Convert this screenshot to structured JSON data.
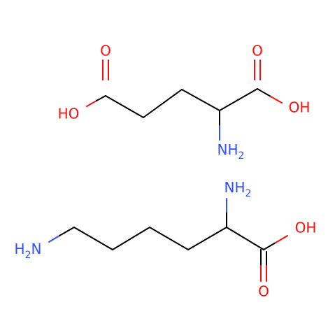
{
  "colors": {
    "carbon_bond": "#000000",
    "oxygen": "#ff0d0d",
    "nitrogen": "#3050f8",
    "background": "#ffffff"
  },
  "molecules": [
    {
      "name": "glutamic acid",
      "labels": {
        "o_top_left": "O",
        "oh_left": "HO",
        "o_top_right": "O",
        "oh_right": "OH",
        "nh2": "NH",
        "nh2_sub": "2"
      }
    },
    {
      "name": "lysine",
      "labels": {
        "nh2_top": "NH",
        "nh2_top_sub": "2",
        "oh": "OH",
        "o_bottom": "O",
        "h2n_left": "H",
        "h2n_left_sub": "2",
        "h2n_left_n": "N"
      }
    }
  ]
}
